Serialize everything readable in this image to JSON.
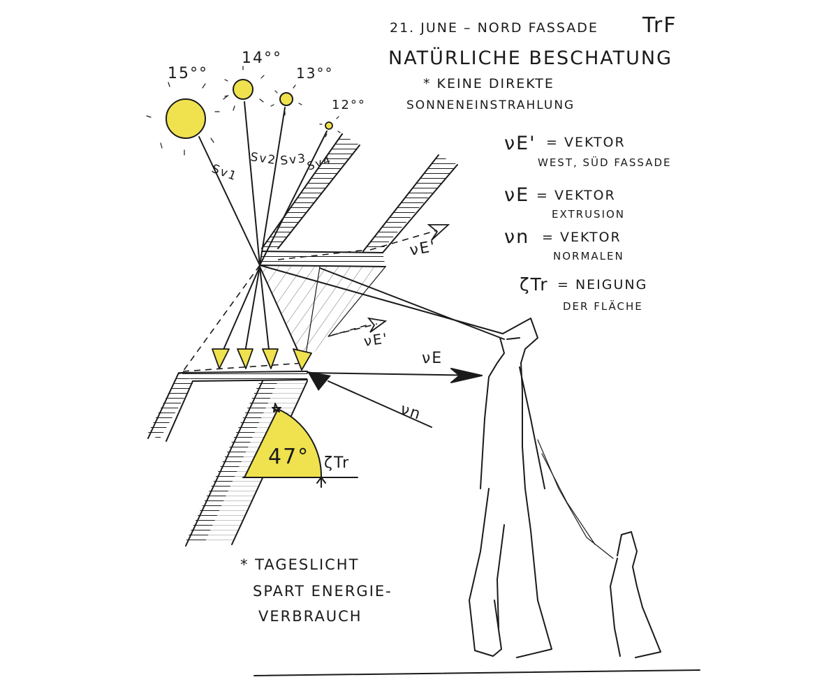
{
  "header": {
    "line1": "21. JUNE  –  NORD FASSADE",
    "initials": "TrF",
    "title": "NATÜRLICHE BESCHATUNG",
    "note1": "* KEINE DIREKTE",
    "note2": "SONNENEINSTRAHLUNG"
  },
  "legend": {
    "ve_prime_symbol": "νE'",
    "ve_prime_line1": "= VEKTOR",
    "ve_prime_line2": "WEST, SÜD FASSADE",
    "ve_symbol": "νE",
    "ve_line1": "= VEKTOR",
    "ve_line2": "EXTRUSION",
    "vn_symbol": "νn",
    "vn_line1": "= VEKTOR",
    "vn_line2": "NORMALEN",
    "z_symbol": "ζTr",
    "z_line1": "= NEIGUNG",
    "z_line2": "DER FLÄCHE"
  },
  "suns": [
    {
      "time": "15°°"
    },
    {
      "time": "14°°"
    },
    {
      "time": "13°°"
    },
    {
      "time": "12°°"
    }
  ],
  "rays": [
    "Sv1",
    "Sv2",
    "Sv3",
    "Sv4"
  ],
  "diagram": {
    "angle": "47°",
    "angle_symbol": "ζTr",
    "label_ve_prime_upper": "νE'",
    "label_ve_prime_lower": "νE'",
    "label_ve": "νE",
    "label_vn": "νn"
  },
  "footnote": {
    "line1": "* TAGESLICHT",
    "line2": "SPART ENERGIE-",
    "line3": "VERBRAUCH"
  },
  "colors": {
    "ink": "#1a1a1a",
    "sun_yellow": "#f0e24e",
    "paper": "#ffffff"
  }
}
